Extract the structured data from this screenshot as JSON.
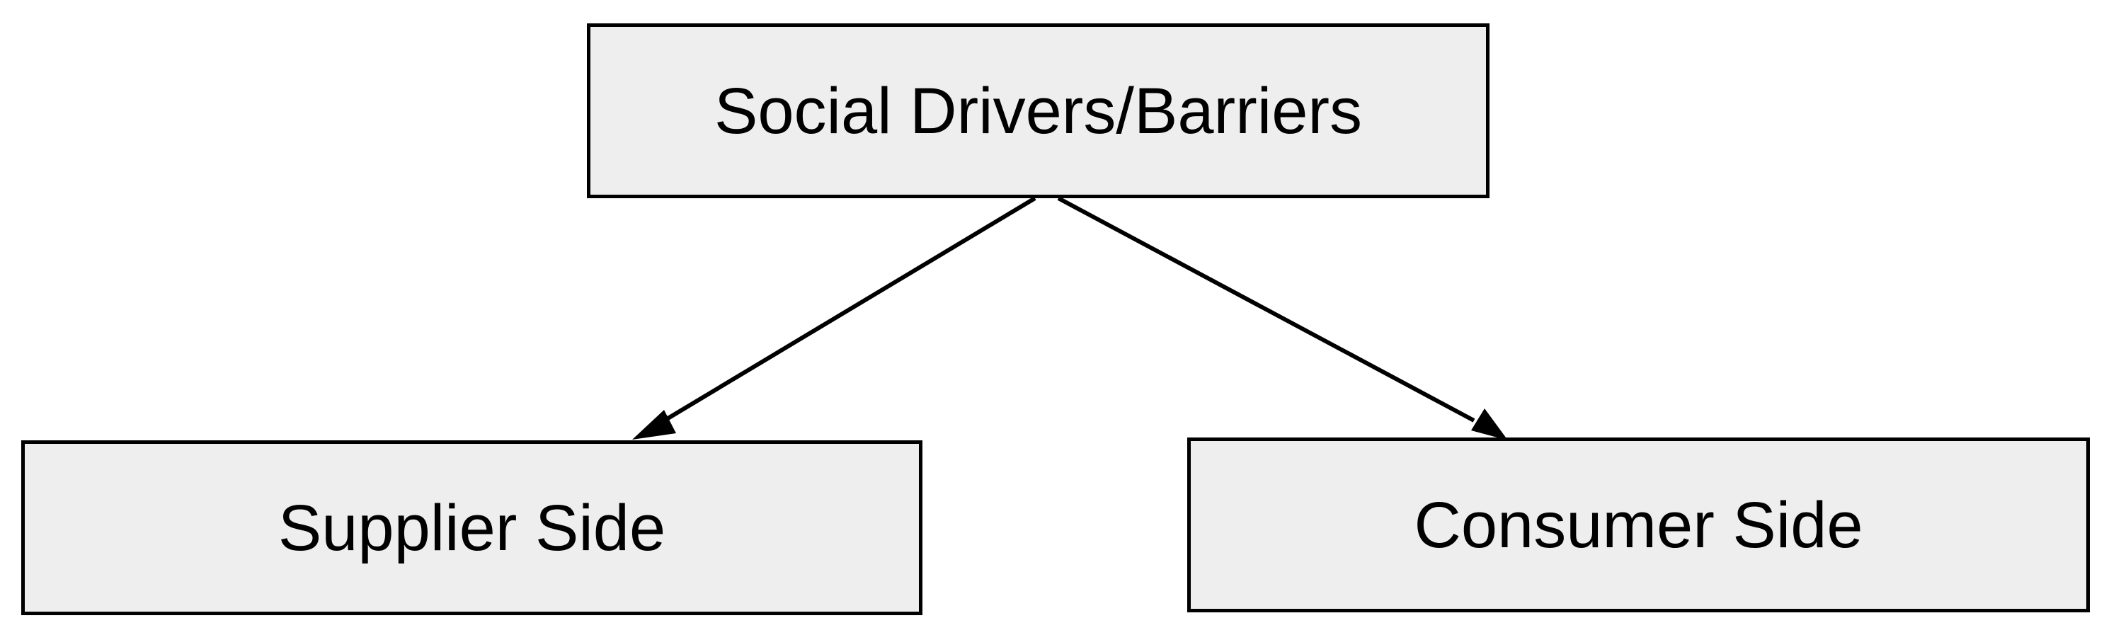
{
  "diagram": {
    "nodes": {
      "root": {
        "label": "Social Drivers/Barriers"
      },
      "left": {
        "label": "Supplier Side"
      },
      "right": {
        "label": "Consumer Side"
      }
    },
    "edges": [
      {
        "from": "root",
        "to": "left"
      },
      {
        "from": "root",
        "to": "right"
      }
    ],
    "colors": {
      "box_fill": "#eeeeee",
      "stroke": "#000000",
      "text": "#000000",
      "background": "#ffffff"
    }
  }
}
